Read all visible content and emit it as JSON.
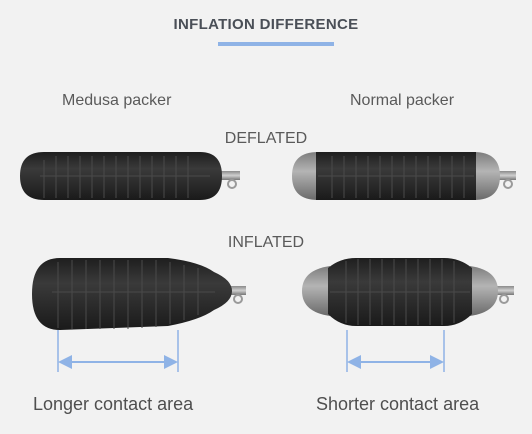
{
  "title": "INFLATION DIFFERENCE",
  "columns": {
    "left": "Medusa packer",
    "right": "Normal packer"
  },
  "states": {
    "deflated": "DEFLATED",
    "inflated": "INFLATED"
  },
  "captions": {
    "left": "Longer contact area",
    "right": "Shorter contact area"
  },
  "colors": {
    "background": "#f2f2f2",
    "rubber": "#2b2b2b",
    "steel": "#9a9a9a",
    "arrow": "#8fb3e6",
    "title_bar": "#8fb3e6"
  }
}
